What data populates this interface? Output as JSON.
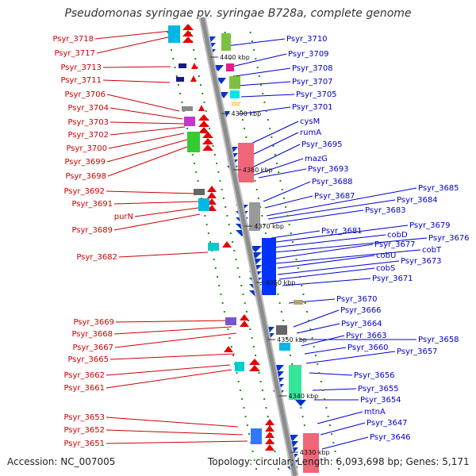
{
  "title": "Pseudomonas syringae pv. syringae B728a, complete genome",
  "footer": {
    "accession": "Accession: NC_007005",
    "info": "Topology: circular; Length: 6,093,698 bp; Genes: 5,171"
  },
  "colors": {
    "left_label": "#cc0000",
    "right_label": "#0000cc",
    "backbone": "#8c8c8c",
    "dots": "#1a8f1a"
  },
  "kbp_marks": [
    "4400 kbp",
    "4390 kbp",
    "4380 kbp",
    "4370 kbp",
    "4360 kbp",
    "4350 kbp",
    "4340 kbp",
    "4330 kbp"
  ],
  "left_labels": [
    "Psyr_3718",
    "Psyr_3717",
    "Psyr_3713",
    "Psyr_3711",
    "Psyr_3706",
    "Psyr_3704",
    "Psyr_3703",
    "Psyr_3702",
    "Psyr_3700",
    "Psyr_3699",
    "Psyr_3698",
    "Psyr_3692",
    "Psyr_3691",
    "purN",
    "Psyr_3689",
    "Psyr_3682",
    "Psyr_3669",
    "Psyr_3668",
    "Psyr_3667",
    "Psyr_3665",
    "Psyr_3662",
    "Psyr_3661",
    "Psyr_3653",
    "Psyr_3652",
    "Psyr_3651"
  ],
  "right_labels": [
    "Psyr_3710",
    "Psyr_3709",
    "Psyr_3708",
    "Psyr_3707",
    "Psyr_3705",
    "Psyr_3701",
    "cysM",
    "rumA",
    "Psyr_3695",
    "mazG",
    "Psyr_3693",
    "Psyr_3688",
    "Psyr_3687",
    "Psyr_3685",
    "Psyr_3684",
    "Psyr_3683",
    "Psyr_3681",
    "Psyr_3679",
    "cobD",
    "Psyr_3676",
    "Psyr_3677",
    "cobT",
    "cobU",
    "Psyr_3673",
    "cobS",
    "Psyr_3671",
    "Psyr_3670",
    "Psyr_3666",
    "Psyr_3664",
    "Psyr_3658",
    "Psyr_3663",
    "Psyr_3660",
    "Psyr_3657",
    "Psyr_3656",
    "Psyr_3655",
    "Psyr_3654",
    "mtnA",
    "Psyr_3647",
    "Psyr_3646"
  ]
}
